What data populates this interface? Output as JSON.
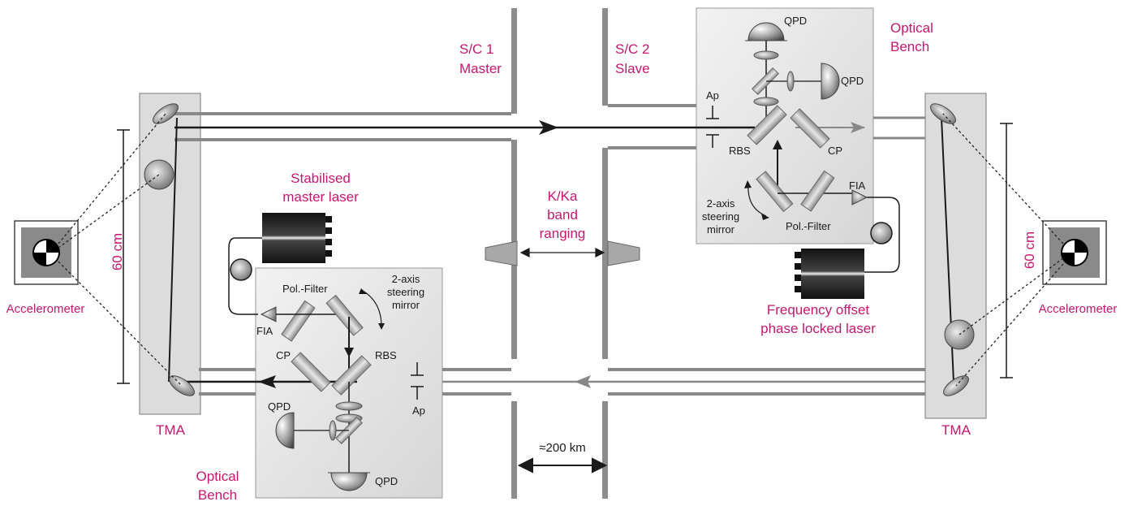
{
  "spacecraft": {
    "sc1": {
      "line1": "S/C 1",
      "line2": "Master"
    },
    "sc2": {
      "line1": "S/C 2",
      "line2": "Slave"
    }
  },
  "ranging": {
    "line1": "K/Ka",
    "line2": "band",
    "line3": "ranging"
  },
  "distance": "≈200 km",
  "left": {
    "tma": "TMA",
    "dimension": "60 cm",
    "accelerometer": "Accelerometer",
    "laser": {
      "line1": "Stabilised",
      "line2": "master laser"
    },
    "bench": {
      "line1": "Optical",
      "line2": "Bench"
    },
    "pol_filter": "Pol.-Filter",
    "steering": {
      "line1": "2-axis",
      "line2": "steering",
      "line3": "mirror"
    },
    "fia": "FIA",
    "cp": "CP",
    "rbs": "RBS",
    "qpd_a": "QPD",
    "qpd_b": "QPD",
    "ap": "Ap"
  },
  "right": {
    "tma": "TMA",
    "dimension": "60 cm",
    "accelerometer": "Accelerometer",
    "laser": {
      "line1": "Frequency offset",
      "line2": "phase locked laser"
    },
    "bench": {
      "line1": "Optical",
      "line2": "Bench"
    },
    "pol_filter": "Pol.-Filter",
    "steering": {
      "line1": "2-axis",
      "line2": "steering",
      "line3": "mirror"
    },
    "fia": "FIA",
    "cp": "CP",
    "rbs": "RBS",
    "qpd_a": "QPD",
    "qpd_b": "QPD",
    "ap": "Ap"
  },
  "colors": {
    "accent": "#c2186f",
    "panel": "#e3e3e3",
    "beam": "#1a1a1a"
  }
}
